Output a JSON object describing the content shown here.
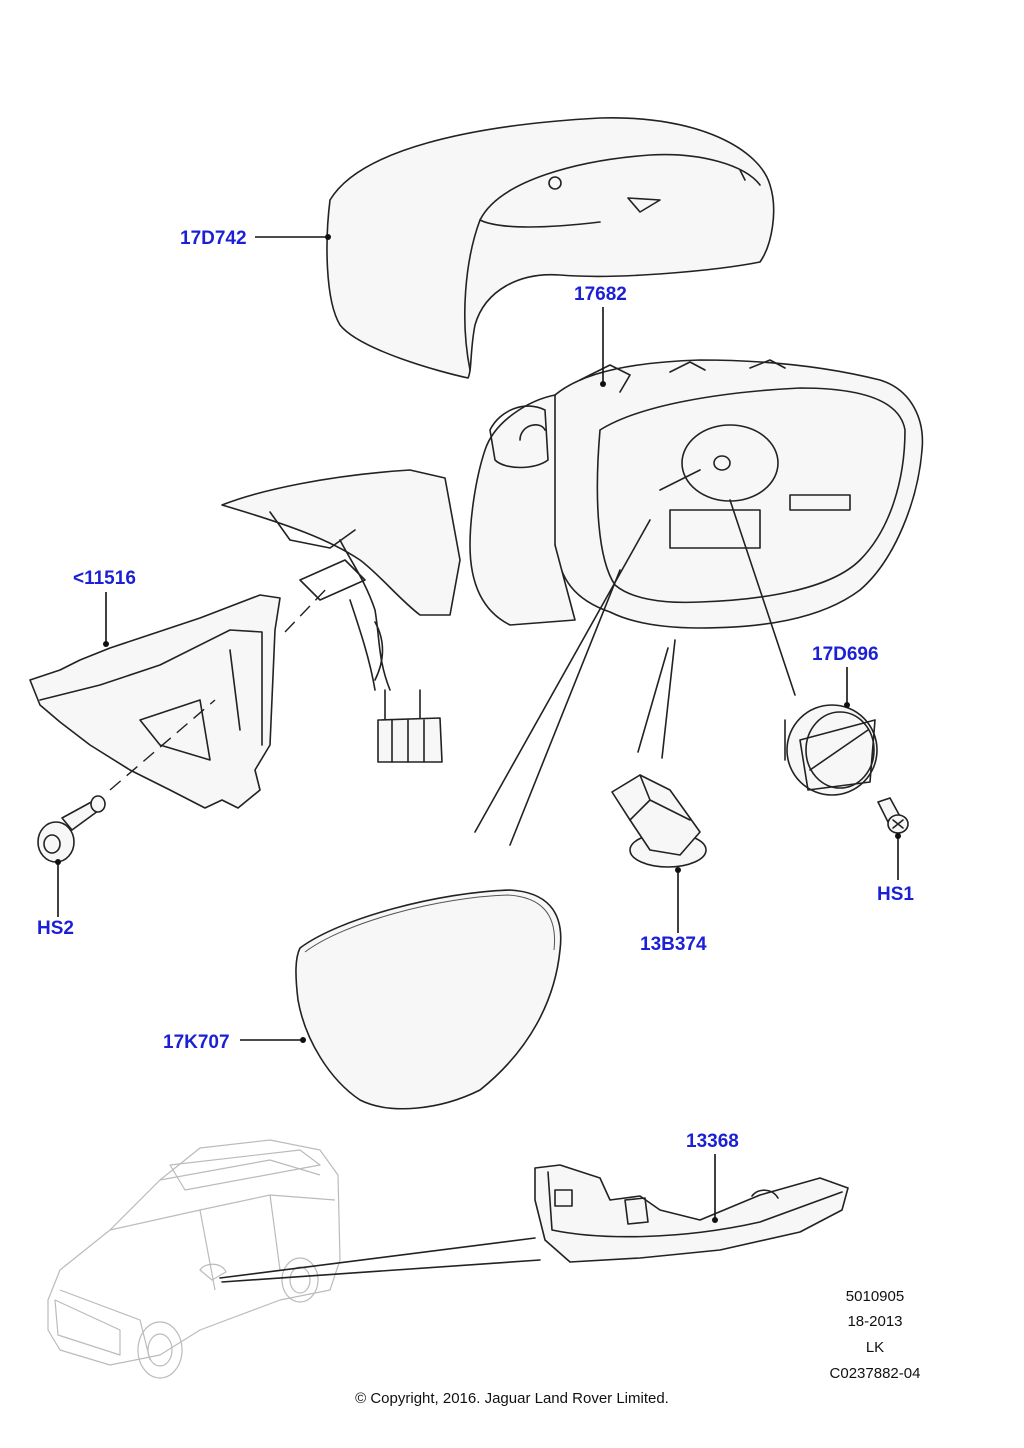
{
  "labels": {
    "cover": "17D742",
    "housing": "17682",
    "bracket": "<11516",
    "motor": "17D696",
    "screw_hs1": "HS1",
    "bolt_hs2": "HS2",
    "lamp_bulb": "13B374",
    "glass": "17K707",
    "indicator": "13368"
  },
  "reference": {
    "number": "5010905",
    "date": "18-2013",
    "initials": "LK",
    "code": "C0237882-04"
  },
  "copyright": "© Copyright, 2016. Jaguar Land Rover Limited.",
  "colors": {
    "label": "#1b1fd6",
    "line": "#222222",
    "car": "#bbbbbb"
  }
}
